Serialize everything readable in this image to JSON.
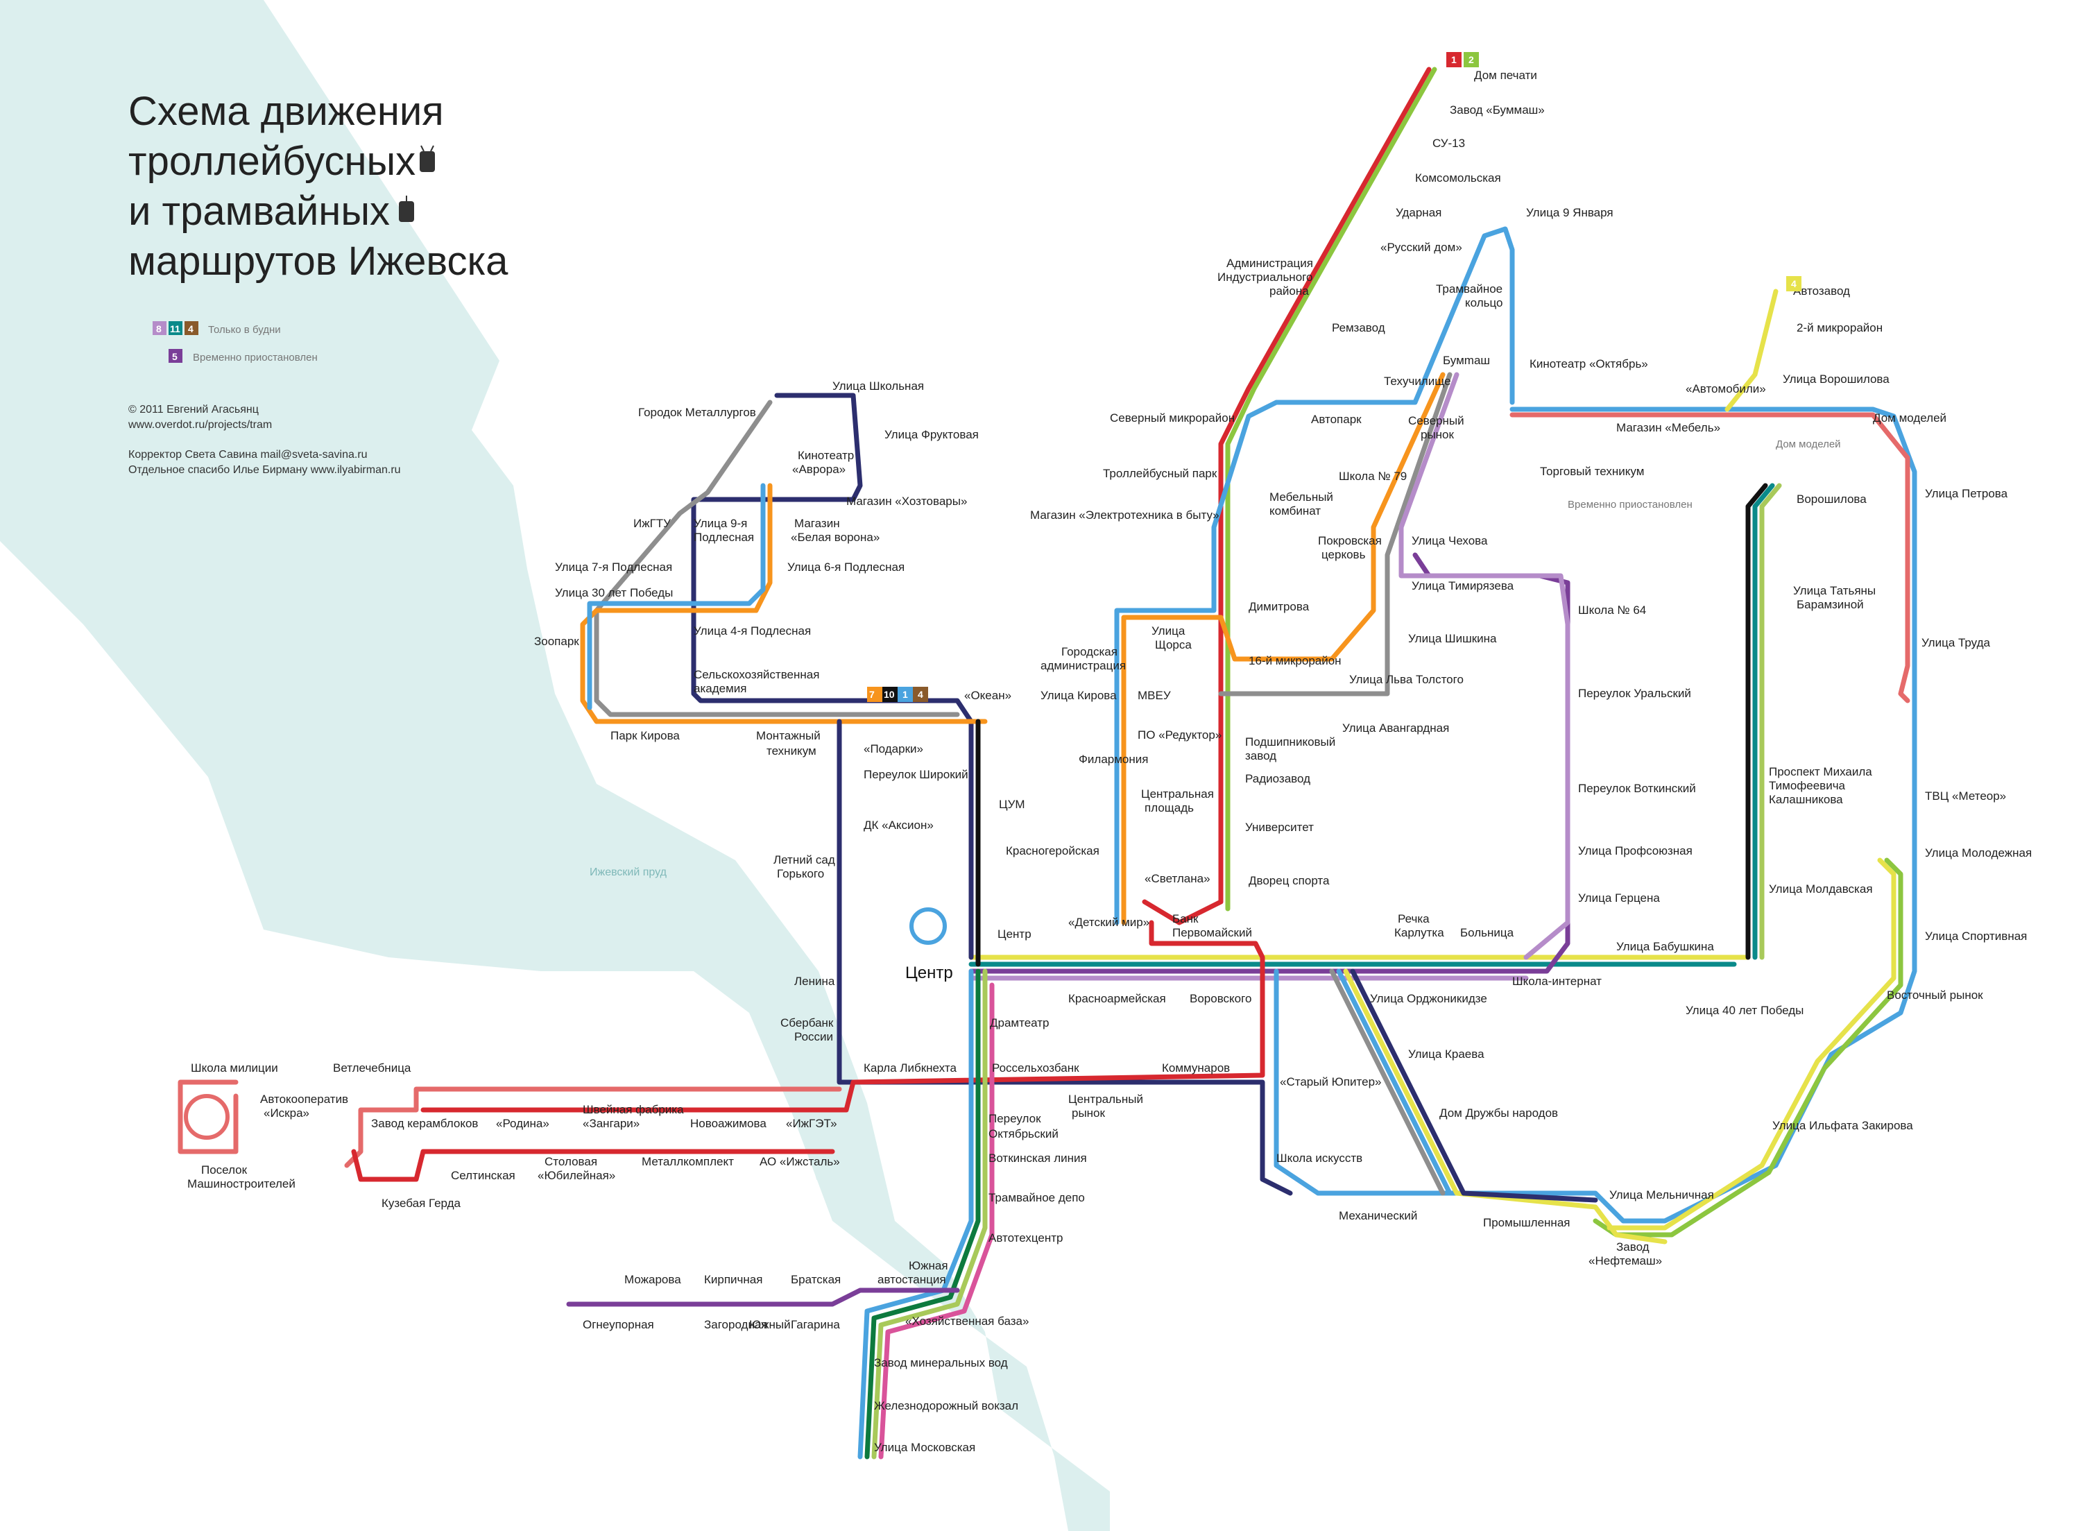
{
  "title": [
    "Схема движения",
    "троллейбусных",
    "и трамвайных",
    "маршрутов Ижевска"
  ],
  "legend": {
    "weekdays": {
      "routes": [
        "8",
        "11",
        "4"
      ],
      "label": "Только в будни"
    },
    "suspended": {
      "routes": [
        "5"
      ],
      "label": "Временно приостановлен"
    }
  },
  "credits": [
    "© 2011 Евгений Агасьянц",
    "www.overdot.ru/projects/tram",
    "Корректор Света Савина mail@sveta-savina.ru",
    "Отдельное спасибо Илье Бирману www.ilyabirman.ru"
  ],
  "water_label": "Ижевский пруд",
  "center_label": "Центр",
  "colors": {
    "1": "#d7282f",
    "2": "#8cc63f",
    "3": "#d9539a",
    "4": "#8a5a2b",
    "5": "#7a3e98",
    "6": "#2c2e6e",
    "7": "#4aa3df",
    "8": "#b58cc9",
    "9": "#0d7a3e",
    "10": "#111111",
    "11": "#0a8a8a",
    "12": "#a8c95a",
    "14": "#c8102e",
    "4tb": "#f7941d",
    "9tb": "#8e8e8e",
    "10tb": "#e56a6a",
    "water": "#dcefee",
    "tram_y": "#e6e24a"
  },
  "stops": [
    {
      "t": "Дом печати"
    },
    {
      "t": "Завод «Буммаш»"
    },
    {
      "t": "СУ-13"
    },
    {
      "t": "Комсомольская"
    },
    {
      "t": "Ударная"
    },
    {
      "t": "«Русский дом»"
    },
    {
      "t": "Администрация"
    },
    {
      "t": "Индустриального"
    },
    {
      "t": "района"
    },
    {
      "t": "Ремзавод"
    },
    {
      "t": "Трамвайное"
    },
    {
      "t": "кольцо"
    },
    {
      "t": "Улица 9 Января"
    },
    {
      "t": "Кинотеатр «Октябрь»"
    },
    {
      "t": "Техучилище"
    },
    {
      "t": "Автопарк"
    },
    {
      "t": "Бумmаш"
    },
    {
      "t": "Северный"
    },
    {
      "t": "рынок"
    },
    {
      "t": "Северный микрорайон"
    },
    {
      "t": "Троллейбусный парк"
    },
    {
      "t": "Школа № 79"
    },
    {
      "t": "Магазин «Электротехника в быту»"
    },
    {
      "t": "Мебельный"
    },
    {
      "t": "комбинат"
    },
    {
      "t": "Торговый техникум"
    },
    {
      "t": "Временно приостановлен"
    },
    {
      "t": "Улица Школьная"
    },
    {
      "t": "Улица Фруктовая"
    },
    {
      "t": "Городок Металлургов"
    },
    {
      "t": "Кинотеатр"
    },
    {
      "t": "«Аврора»"
    },
    {
      "t": "Магазин «Хозтовары»"
    },
    {
      "t": "ИжГТУ"
    },
    {
      "t": "Улица 9-я"
    },
    {
      "t": "Подлесная"
    },
    {
      "t": "Магазин"
    },
    {
      "t": "«Белая ворона»"
    },
    {
      "t": "Улица 7-я Подлесная"
    },
    {
      "t": "Улица 6-я Подлесная"
    },
    {
      "t": "Улица 30 лет Победы"
    },
    {
      "t": "Улица 4-я Подлесная"
    },
    {
      "t": "Зоопарк"
    },
    {
      "t": "Сельскохозяйственная"
    },
    {
      "t": "академия"
    },
    {
      "t": "Парк Кирова"
    },
    {
      "t": "Монтажный"
    },
    {
      "t": "техникум"
    },
    {
      "t": "«Океан»"
    },
    {
      "t": "Улица Кирова"
    },
    {
      "t": "МВЕУ"
    },
    {
      "t": "Городская"
    },
    {
      "t": "администрация"
    },
    {
      "t": "Улица"
    },
    {
      "t": "Щорса"
    },
    {
      "t": "Димитрова"
    },
    {
      "t": "16-й микрорайон"
    },
    {
      "t": "Покровская"
    },
    {
      "t": "церковь"
    },
    {
      "t": "Улица Чехова"
    },
    {
      "t": "Улица Тимирязева"
    },
    {
      "t": "Улица Шишкина"
    },
    {
      "t": "Улица Льва Толстого"
    },
    {
      "t": "Улица Авангардная"
    },
    {
      "t": "ПО «Редуктор»"
    },
    {
      "t": "Подшипниковый"
    },
    {
      "t": "завод"
    },
    {
      "t": "Радиозавод"
    },
    {
      "t": "«Подарки»"
    },
    {
      "t": "Переулок Широкий"
    },
    {
      "t": "ДК «Аксион»"
    },
    {
      "t": "ЦУМ"
    },
    {
      "t": "Красногеройская"
    },
    {
      "t": "Филармония"
    },
    {
      "t": "Центральная"
    },
    {
      "t": "площадь"
    },
    {
      "t": "Университет"
    },
    {
      "t": "Летний сад"
    },
    {
      "t": "Горького"
    },
    {
      "t": "«Светлана»"
    },
    {
      "t": "Дворец спорта"
    },
    {
      "t": "Школа № 64"
    },
    {
      "t": "Переулок Уральский"
    },
    {
      "t": "Переулок Воткинский"
    },
    {
      "t": "Улица Профсоюзная"
    },
    {
      "t": "Улица Герцена"
    },
    {
      "t": "Автозавод"
    },
    {
      "t": "2-й микрорайон"
    },
    {
      "t": "«Автомобили»"
    },
    {
      "t": "Улица Ворошилова"
    },
    {
      "t": "Магазин «Мебель»"
    },
    {
      "t": "Дом моделей"
    },
    {
      "t": "Улица Петрова"
    },
    {
      "t": "Ворошилова"
    },
    {
      "t": "Улица Татьяны"
    },
    {
      "t": "Барамзиной"
    },
    {
      "t": "Улица Труда"
    },
    {
      "t": "Проспект Михаила"
    },
    {
      "t": "Тимофеевича"
    },
    {
      "t": "Калашникова"
    },
    {
      "t": "ТВЦ «Метеор»"
    },
    {
      "t": "Улица Молодежная"
    },
    {
      "t": "Улица Молдавская"
    },
    {
      "t": "Улица Спортивная"
    },
    {
      "t": "Улица Бабушкина"
    },
    {
      "t": "Речка"
    },
    {
      "t": "Карлутка"
    },
    {
      "t": "Больница"
    },
    {
      "t": "Школа-интернат"
    },
    {
      "t": "Улица 40 лет Победы"
    },
    {
      "t": "Восточный рынок"
    },
    {
      "t": "«Детский мир»"
    },
    {
      "t": "Банк"
    },
    {
      "t": "Первомайский"
    },
    {
      "t": "Центр"
    },
    {
      "t": "Красноармейская"
    },
    {
      "t": "Воровского"
    },
    {
      "t": "Улица Орджоникидзе"
    },
    {
      "t": "Ленина"
    },
    {
      "t": "Драмтеатр"
    },
    {
      "t": "Сбербанк"
    },
    {
      "t": "России"
    },
    {
      "t": "Карла Либкнехта"
    },
    {
      "t": "Россельхозбанк"
    },
    {
      "t": "Коммунаров"
    },
    {
      "t": "Улица Краева"
    },
    {
      "t": "«Старый Юпитер»"
    },
    {
      "t": "Дом Дружбы народов"
    },
    {
      "t": "Центральный"
    },
    {
      "t": "рынок"
    },
    {
      "t": "Переулок"
    },
    {
      "t": "Октябрьский"
    },
    {
      "t": "Воткинская линия"
    },
    {
      "t": "Школа искусств"
    },
    {
      "t": "Трамвайное депо"
    },
    {
      "t": "Автотехцентр"
    },
    {
      "t": "Механический"
    },
    {
      "t": "Промышленная"
    },
    {
      "t": "Улица Мельничная"
    },
    {
      "t": "Улица Ильфата Закирова"
    },
    {
      "t": "Завод"
    },
    {
      "t": "«Нефтемаш»"
    },
    {
      "t": "Школа милиции"
    },
    {
      "t": "Ветлечебница"
    },
    {
      "t": "Автокооператив"
    },
    {
      "t": "«Искра»"
    },
    {
      "t": "Завод керамблоков"
    },
    {
      "t": "«Родина»"
    },
    {
      "t": "Швейная фабрика"
    },
    {
      "t": "«Зангари»"
    },
    {
      "t": "Новоажимова"
    },
    {
      "t": "«ИжГЭТ»"
    },
    {
      "t": "Поселок"
    },
    {
      "t": "Машиностроителей"
    },
    {
      "t": "Селтинская"
    },
    {
      "t": "Столовая"
    },
    {
      "t": "«Юбилейная»"
    },
    {
      "t": "Металлкомплект"
    },
    {
      "t": "АО «Ижсталь»"
    },
    {
      "t": "Кузебая Герда"
    },
    {
      "t": "Южная"
    },
    {
      "t": "автостанция"
    },
    {
      "t": "Можарова"
    },
    {
      "t": "Кирпичная"
    },
    {
      "t": "Братская"
    },
    {
      "t": "Огнеупорная"
    },
    {
      "t": "Загородная"
    },
    {
      "t": "Южный"
    },
    {
      "t": "Гагарина"
    },
    {
      "t": "«Хозяйственная база»"
    },
    {
      "t": "Завод минеральных вод"
    },
    {
      "t": "Железнодорожный вокзал"
    },
    {
      "t": "Улица Московская"
    },
    {
      "t": "Дом моделей"
    }
  ]
}
